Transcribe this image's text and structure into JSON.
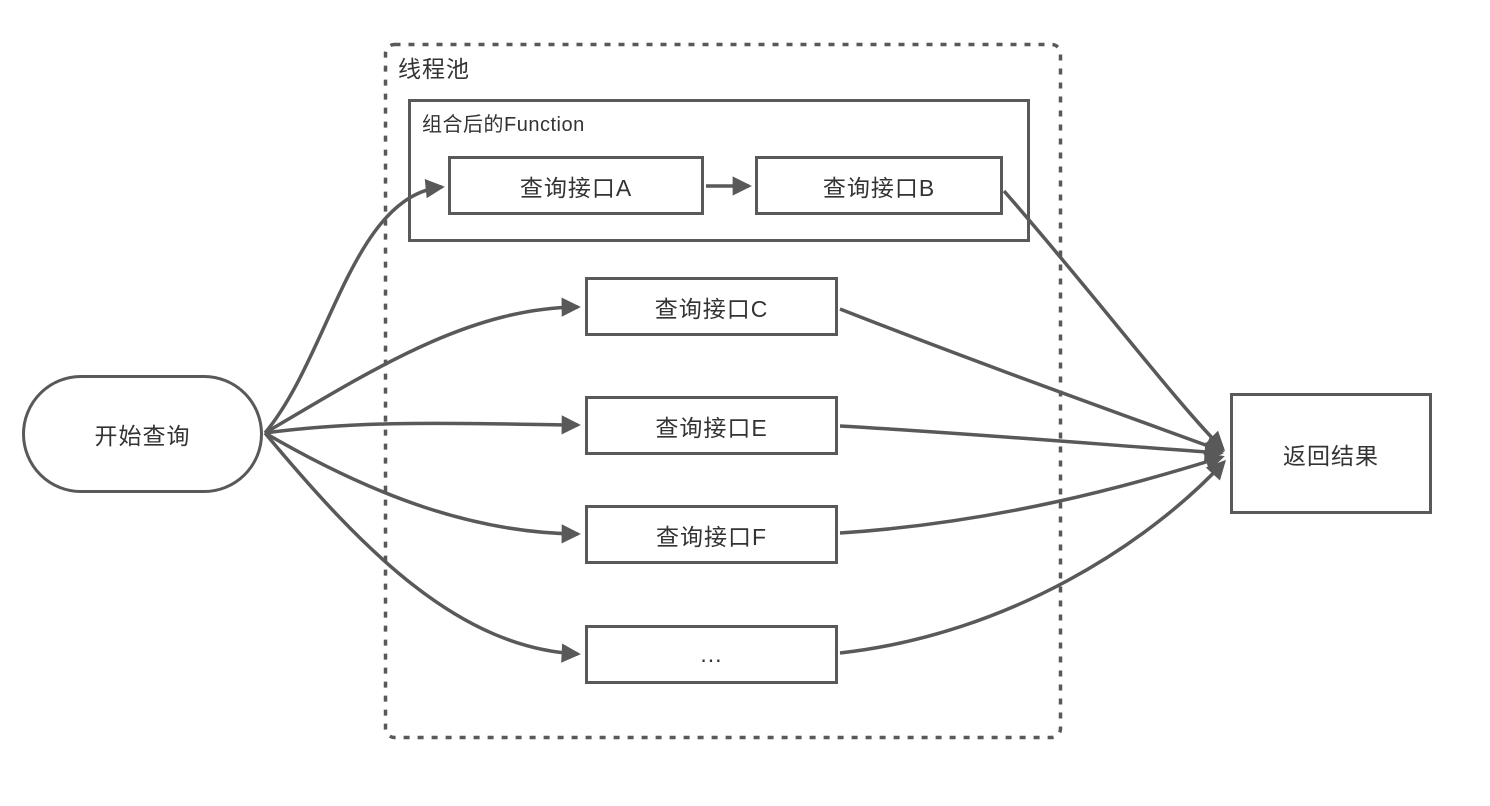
{
  "diagram": {
    "nodes": {
      "start": {
        "label": "开始查询",
        "shape": "stadium"
      },
      "pool": {
        "label": "线程池",
        "shape": "dashed-container"
      },
      "composed": {
        "label": "组合后的Function",
        "shape": "group"
      },
      "api_a": {
        "label": "查询接口A",
        "shape": "rect"
      },
      "api_b": {
        "label": "查询接口B",
        "shape": "rect"
      },
      "api_c": {
        "label": "查询接口C",
        "shape": "rect"
      },
      "api_e": {
        "label": "查询接口E",
        "shape": "rect"
      },
      "api_f": {
        "label": "查询接口F",
        "shape": "rect"
      },
      "more": {
        "label": "...",
        "shape": "rect"
      },
      "result": {
        "label": "返回结果",
        "shape": "rect"
      }
    },
    "edges": [
      {
        "from": "start",
        "to": "api_a"
      },
      {
        "from": "start",
        "to": "api_c"
      },
      {
        "from": "start",
        "to": "api_e"
      },
      {
        "from": "start",
        "to": "api_f"
      },
      {
        "from": "start",
        "to": "more"
      },
      {
        "from": "api_a",
        "to": "api_b"
      },
      {
        "from": "api_b",
        "to": "result"
      },
      {
        "from": "api_c",
        "to": "result"
      },
      {
        "from": "api_e",
        "to": "result"
      },
      {
        "from": "api_f",
        "to": "result"
      },
      {
        "from": "more",
        "to": "result"
      }
    ],
    "colors": {
      "line": "#595959",
      "text": "#333333",
      "background": "#ffffff"
    }
  }
}
